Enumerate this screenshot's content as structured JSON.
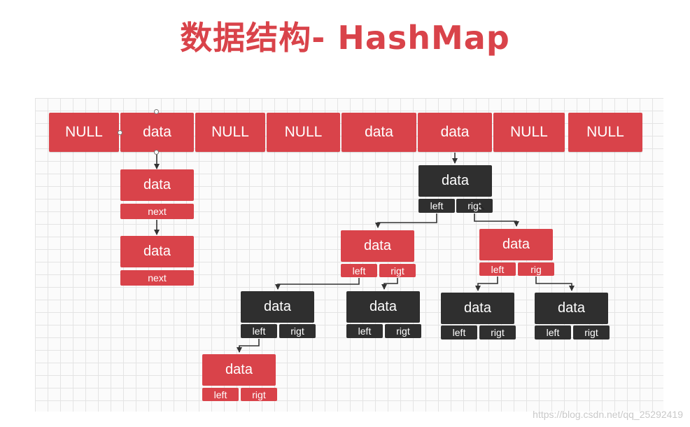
{
  "title": "数据结构- HashMap",
  "array": [
    "NULL",
    "data",
    "NULL",
    "NULL",
    "data",
    "data",
    "NULL",
    "NULL"
  ],
  "list_nodes": [
    {
      "data": "data",
      "next": "next"
    },
    {
      "data": "data",
      "next": "next"
    }
  ],
  "tree": {
    "root": {
      "data": "data",
      "left": "left",
      "right": "rigt",
      "color": "black"
    },
    "l": {
      "data": "data",
      "left": "left",
      "right": "rigt",
      "color": "red"
    },
    "r": {
      "data": "data",
      "left": "left",
      "right": "rig",
      "color": "red"
    },
    "ll": {
      "data": "data",
      "left": "left",
      "right": "rigt",
      "color": "black"
    },
    "lr": {
      "data": "data",
      "left": "left",
      "right": "rigt",
      "color": "black"
    },
    "rl": {
      "data": "data",
      "left": "left",
      "right": "rigt",
      "color": "black"
    },
    "rr": {
      "data": "data",
      "left": "left",
      "right": "rigt",
      "color": "black"
    },
    "lll": {
      "data": "data",
      "left": "left",
      "right": "rigt",
      "color": "red"
    }
  },
  "colors": {
    "red": "#d9434a",
    "black": "#2f2f2f"
  },
  "watermark": "https://blog.csdn.net/qq_25292419"
}
